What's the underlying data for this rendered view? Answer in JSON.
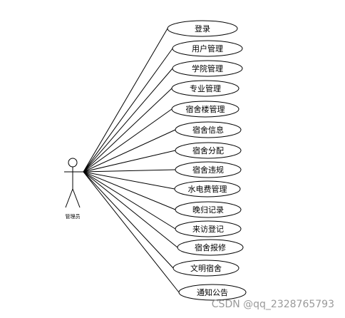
{
  "actor": {
    "label": "管理员",
    "icon": "stick-figure-actor-icon"
  },
  "use_cases": [
    "登录",
    "用户管理",
    "学院管理",
    "专业管理",
    "宿舍楼管理",
    "宿舍信息",
    "宿舍分配",
    "宿舍违规",
    "水电费管理",
    "晚归记录",
    "来访登记",
    "宿舍报修",
    "文明宿舍",
    "通知公告"
  ],
  "watermark": "CSDN @qq_2328765793",
  "colors": {
    "line": "#000000",
    "background": "#ffffff",
    "watermark": "#9a9a9a"
  }
}
